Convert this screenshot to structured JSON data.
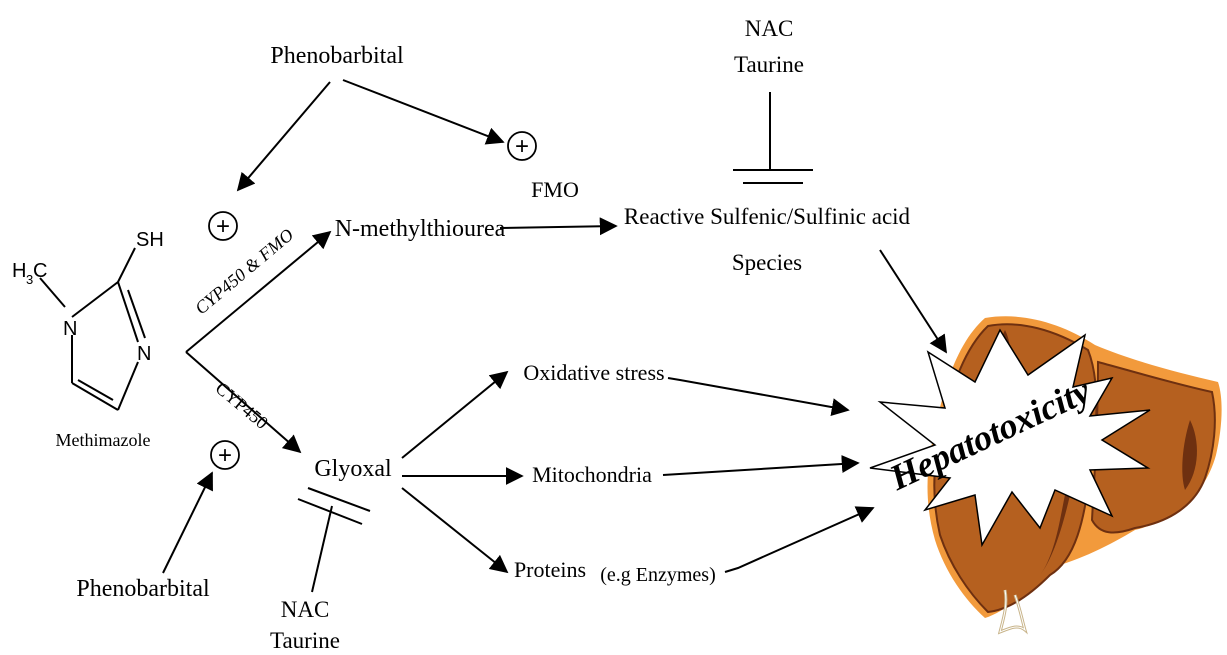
{
  "labels": {
    "phenobarbital_top": "Phenobarbital",
    "phenobarbital_bottom": "Phenobarbital",
    "fmo": "FMO",
    "nac_top": "NAC",
    "taurine_top": "Taurine",
    "nac_bottom": "NAC",
    "taurine_bottom": "Taurine",
    "n_methylthiourea": "N-methylthiourea",
    "reactive_species_line1": "Reactive Sulfenic/Sulfinic acid",
    "reactive_species_line2": "Species",
    "cyp_fmo": "CYP450 & FMO",
    "cyp450": "CYP450",
    "glyoxal": "Glyoxal",
    "oxidative_stress": "Oxidative stress",
    "mitochondria": "Mitochondria",
    "proteins": "Proteins",
    "enzymes": "(e.g Enzymes)",
    "hepatotoxicity": "Hepatotoxicity",
    "methimazole": "Methimazole",
    "sh_group": "SH",
    "h3c_h": "H",
    "h3c_sub": "3",
    "h3c_c": "C",
    "atom_n1": "N",
    "atom_n2": "N",
    "plus_sign": "+"
  },
  "colors": {
    "liver_fill": "#b5601f",
    "liver_dark": "#6e3010",
    "liver_outline": "#f29a3c",
    "ink": "#000000"
  }
}
